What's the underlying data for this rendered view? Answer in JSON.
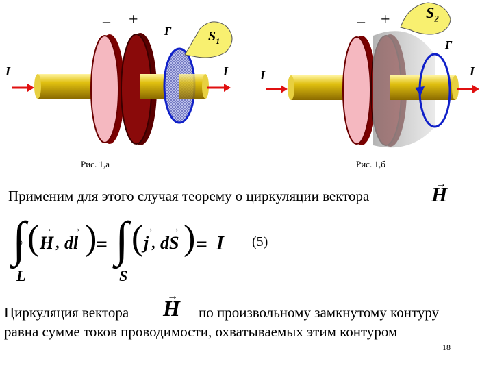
{
  "figure_left": {
    "caption": "Рис. 1,а",
    "minus": "–",
    "plus": "+",
    "contour_label": "Г",
    "surface_label": "S",
    "surface_sub": "1",
    "current_in": "I",
    "current_out": "I"
  },
  "figure_right": {
    "caption": "Рис. 1,б",
    "minus": "–",
    "plus": "+",
    "contour_label": "Г",
    "surface_label": "S",
    "surface_sub": "2",
    "current_in": "I",
    "current_out": "I"
  },
  "intro_text": "Применим для этого случая теорему о циркуляции вектора",
  "vector_H": "H",
  "equation": {
    "circle_mark": "○",
    "H": "H",
    "comma": ",",
    "dl": "dl",
    "equals": "=",
    "j": "j",
    "dS": "dS",
    "I": "I",
    "lower_L": "L",
    "lower_S": "S",
    "number": "(5)"
  },
  "statement": {
    "line1_a": "Циркуляция вектора",
    "line1_b": "по произвольному замкнутому контуру",
    "line2": "равна сумме токов проводимости, охватываемых этим контуром"
  },
  "page_number": "18",
  "colors": {
    "conductor": "#d4b000",
    "plate_dark": "#7a0000",
    "plate_light": "#f5b8c0",
    "arrow": "#e01010",
    "contour": "#1020c8",
    "surface_fill": "#8a90d8"
  }
}
